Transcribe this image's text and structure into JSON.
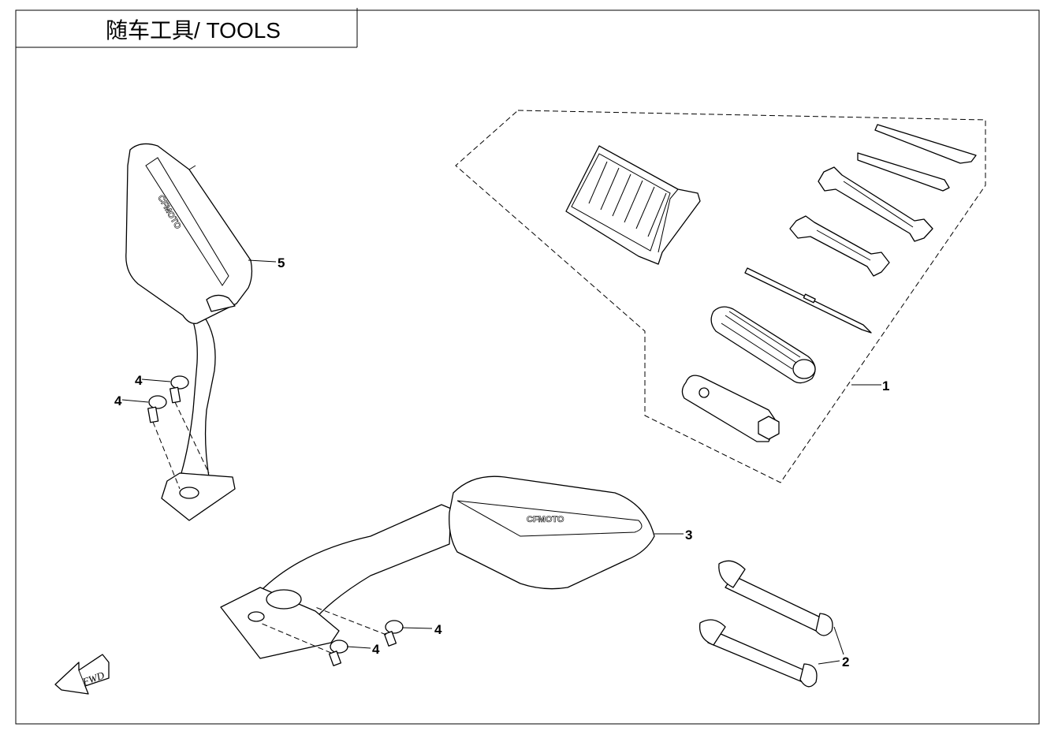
{
  "title": "随车工具/ TOOLS",
  "brand_logo": "CFMOTO",
  "fwd_label": "FWD",
  "callouts": {
    "tool_kit": "1",
    "tool_straps": "2",
    "right_mirror": "3",
    "bolt_a": "4",
    "bolt_b": "4",
    "bolt_c": "4",
    "bolt_d": "4",
    "left_mirror": "5"
  }
}
